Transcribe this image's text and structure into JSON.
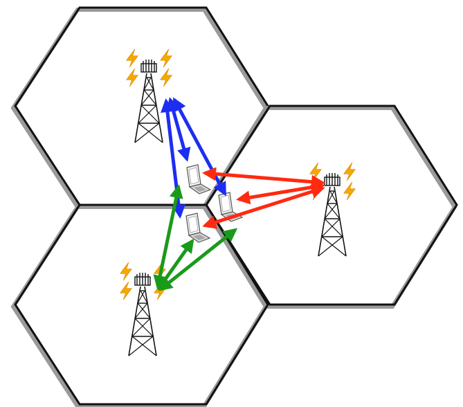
{
  "diagram": {
    "description": "",
    "cells": [
      {
        "id": "cell-top-left",
        "color_name": "blue"
      },
      {
        "id": "cell-right",
        "color_name": "red"
      },
      {
        "id": "cell-bottom-left",
        "color_name": "green"
      }
    ],
    "towers": [
      {
        "id": "tower-top",
        "icon": "cell-tower-icon",
        "signal_icon": "lightning-icon"
      },
      {
        "id": "tower-right",
        "icon": "cell-tower-icon",
        "signal_icon": "lightning-icon"
      },
      {
        "id": "tower-bottom",
        "icon": "cell-tower-icon",
        "signal_icon": "lightning-icon"
      }
    ],
    "devices": [
      {
        "id": "laptop-1",
        "icon": "laptop-icon"
      },
      {
        "id": "laptop-2",
        "icon": "laptop-icon"
      },
      {
        "id": "laptop-3",
        "icon": "laptop-icon"
      }
    ],
    "links": [
      {
        "from": "tower-top",
        "to": "laptop-1",
        "color": "#1d2ef0"
      },
      {
        "from": "tower-top",
        "to": "laptop-2",
        "color": "#1d2ef0"
      },
      {
        "from": "tower-top",
        "to": "laptop-3",
        "color": "#1d2ef0"
      },
      {
        "from": "tower-right",
        "to": "laptop-1",
        "color": "#ff2a10"
      },
      {
        "from": "tower-right",
        "to": "laptop-2",
        "color": "#ff2a10"
      },
      {
        "from": "tower-right",
        "to": "laptop-3",
        "color": "#ff2a10"
      },
      {
        "from": "tower-bottom",
        "to": "laptop-1",
        "color": "#1a9a1a"
      },
      {
        "from": "tower-bottom",
        "to": "laptop-2",
        "color": "#1a9a1a"
      },
      {
        "from": "tower-bottom",
        "to": "laptop-3",
        "color": "#1a9a1a"
      }
    ],
    "colors": {
      "hex_border": "#111111",
      "hex_shadow": "#9a9a9a",
      "blue_link": "#1d2ef0",
      "red_link": "#ff2a10",
      "green_link": "#1a9a1a",
      "lightning": "#f5a800",
      "background": "#ffffff"
    }
  }
}
